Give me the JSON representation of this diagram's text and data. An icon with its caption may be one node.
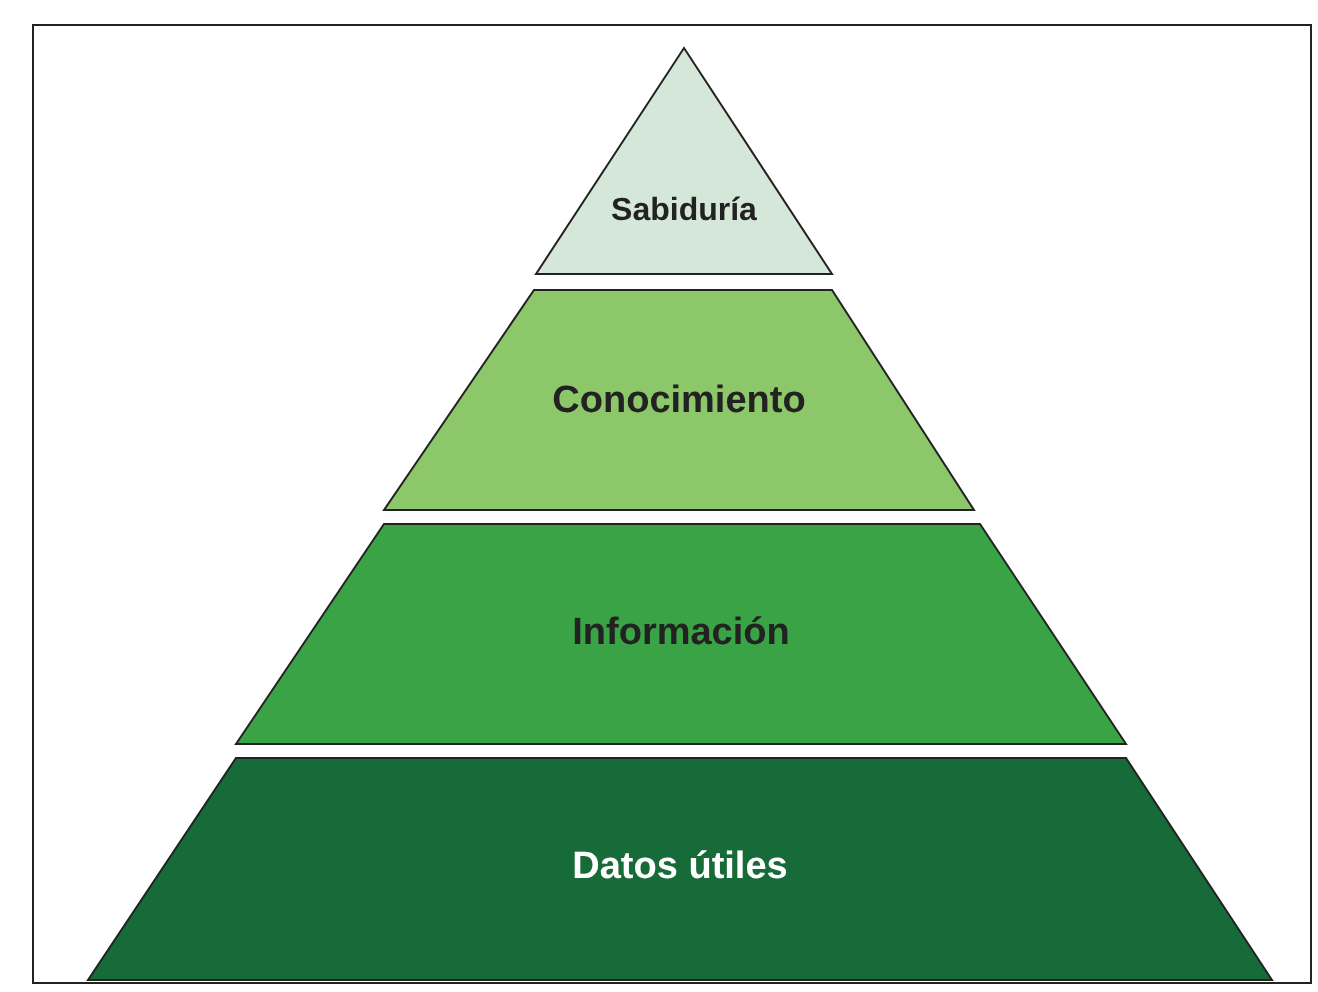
{
  "diagram": {
    "nodes": [
      {
        "text": [
          "Sabiduría"
        ]
      },
      {
        "text": [
          "Conocimiento"
        ]
      },
      {
        "text": [
          "Información"
        ]
      },
      {
        "text": [
          "Datos útiles"
        ]
      }
    ]
  }
}
